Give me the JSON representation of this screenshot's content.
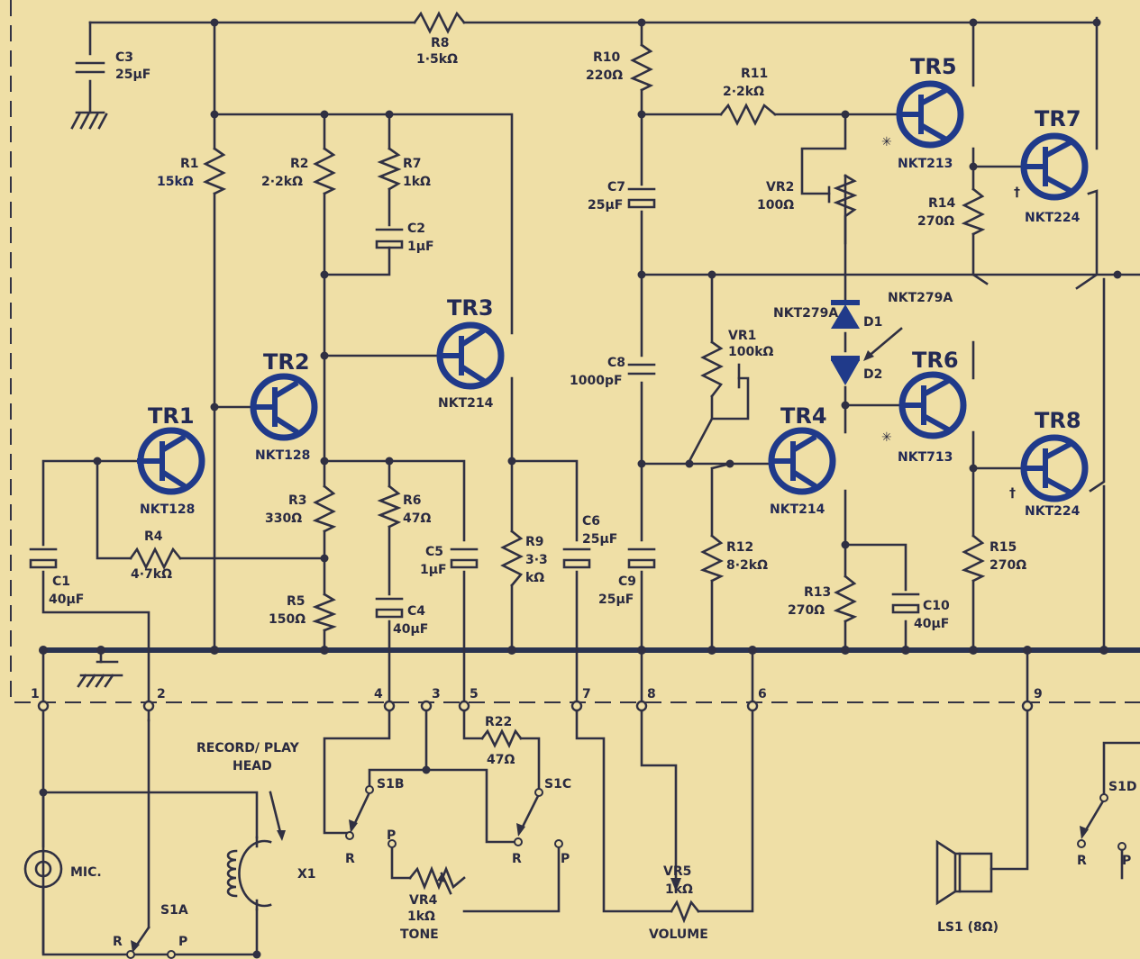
{
  "components": {
    "c3": [
      "C3",
      "25µF"
    ],
    "r8": [
      "R8",
      "1·5kΩ"
    ],
    "r10": [
      "R10",
      "220Ω"
    ],
    "r11": [
      "R11",
      "2·2kΩ"
    ],
    "r1": [
      "R1",
      "15kΩ"
    ],
    "r2": [
      "R2",
      "2·2kΩ"
    ],
    "r7": [
      "R7",
      "1kΩ"
    ],
    "c2": [
      "C2",
      "1µF"
    ],
    "c7": [
      "C7",
      "25µF"
    ],
    "vr2": [
      "VR2",
      "100Ω"
    ],
    "r14": [
      "R14",
      "270Ω"
    ],
    "vr1": [
      "VR1",
      "100kΩ"
    ],
    "c8": [
      "C8",
      "1000pF"
    ],
    "r3": [
      "R3",
      "330Ω"
    ],
    "r6": [
      "R6",
      "47Ω"
    ],
    "c5": [
      "C5",
      "1µF"
    ],
    "r9": [
      "R9",
      "3·3",
      "kΩ"
    ],
    "c6": [
      "C6",
      "25µF"
    ],
    "c9": [
      "C9",
      "25µF"
    ],
    "r12": [
      "R12",
      "8·2kΩ"
    ],
    "r15": [
      "R15",
      "270Ω"
    ],
    "r4": [
      "R4",
      "4·7kΩ"
    ],
    "c1": [
      "C1",
      "40µF"
    ],
    "r5": [
      "R5",
      "150Ω"
    ],
    "c4": [
      "C4",
      "40µF"
    ],
    "r13": [
      "R13",
      "270Ω"
    ],
    "c10": [
      "C10",
      "40µF"
    ],
    "r22": [
      "R22",
      "47Ω"
    ],
    "vr4": [
      "VR4",
      "1kΩ",
      "TONE"
    ],
    "vr5": [
      "VR5",
      "1kΩ",
      "VOLUME"
    ],
    "ls1": "LS1 (8Ω)",
    "x1": "X1",
    "mic": "MIC.",
    "head": [
      "RECORD/ PLAY",
      "HEAD"
    ]
  },
  "transistors": {
    "tr1": [
      "TR1",
      "NKT128"
    ],
    "tr2": [
      "TR2",
      "NKT128"
    ],
    "tr3": [
      "TR3",
      "NKT214"
    ],
    "tr4": [
      "TR4",
      "NKT214"
    ],
    "tr5": [
      "TR5",
      "NKT213"
    ],
    "tr6": [
      "TR6",
      "NKT713"
    ],
    "tr7": [
      "TR7",
      "NKT224"
    ],
    "tr8": [
      "TR8",
      "NKT224"
    ]
  },
  "diodes": {
    "d1": [
      "NKT279A",
      "D1"
    ],
    "d2": [
      "NKT279A",
      "D2"
    ]
  },
  "switches": {
    "s1a": [
      "S1A",
      "R",
      "P"
    ],
    "s1b": [
      "S1B",
      "R",
      "P"
    ],
    "s1c": [
      "S1C",
      "R",
      "P"
    ],
    "s1d": [
      "S1D",
      "R",
      "P"
    ]
  },
  "pins": [
    "1",
    "2",
    "4",
    "3",
    "5",
    "7",
    "8",
    "6",
    "9"
  ],
  "marks": {
    "asterisk": "✳",
    "dagger": "†"
  }
}
